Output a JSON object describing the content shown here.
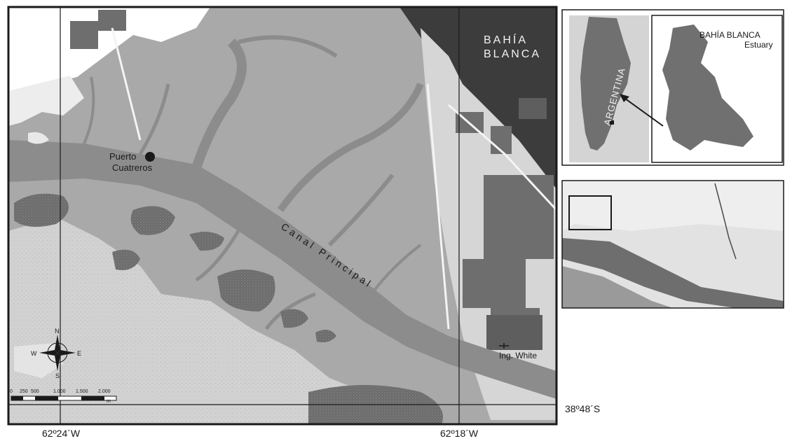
{
  "main_map": {
    "city_label_line1": "BAHÍA",
    "city_label_line2": "BLANCA",
    "port_label_line1": "Puerto",
    "port_label_line2": "Cuatreros",
    "channel_label": "Canal Principal",
    "ing_white_label": "Ing. White",
    "compass": {
      "north": "N",
      "south": "S",
      "east": "E",
      "west": "W"
    },
    "scale_bar": {
      "ticks": [
        "0",
        "250",
        "500",
        "1.000",
        "1.500",
        "2.000"
      ],
      "unit": "m"
    },
    "coordinates": {
      "lon_left": "62º24´W",
      "lon_right": "62º18´W",
      "lat": "38º48´S"
    }
  },
  "inset_top": {
    "country_label": "ARGENTINA",
    "estuary_line1": "BAHÍA BLANCA",
    "estuary_line2": "Estuary"
  },
  "colors": {
    "water": "#8c8c8c",
    "marsh": "#a9a9a9",
    "tidal_flat": "#cfcfcf",
    "urban_dark": "#3c3c3c",
    "urban_block": "#6e6e6e",
    "frame": "#1a1a1a"
  }
}
